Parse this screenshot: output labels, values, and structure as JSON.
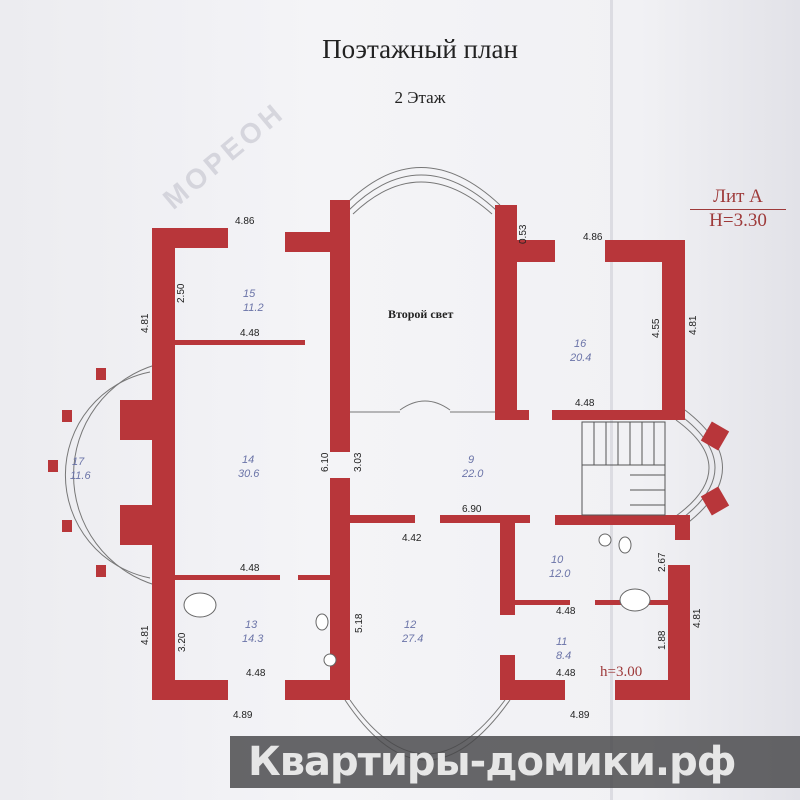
{
  "title": "Поэтажный план",
  "subtitle": "2 Этаж",
  "lit": {
    "line1": "Лит А",
    "line2": "H=3.30"
  },
  "logo_text": "МОРЕОН",
  "second_light_label": "Второй свет",
  "ceiling_note": "h=3.00",
  "rooms": [
    {
      "num": "15",
      "area": "11.2"
    },
    {
      "num": "16",
      "area": "20.4"
    },
    {
      "num": "14",
      "area": "30.6"
    },
    {
      "num": "17",
      "area": "11.6"
    },
    {
      "num": "9",
      "area": "22.0"
    },
    {
      "num": "10",
      "area": "12.0"
    },
    {
      "num": "13",
      "area": "14.3"
    },
    {
      "num": "12",
      "area": "27.4"
    },
    {
      "num": "11",
      "area": "8.4"
    }
  ],
  "dimensions": {
    "top_left": "4.86",
    "top_right": "4.86",
    "d_053": "0.53",
    "left_top": "4.81",
    "d_250": "2.50",
    "p_15_14": "4.48",
    "right_top": "4.81",
    "d_455": "4.55",
    "p_16": "4.48",
    "d_610": "6.10",
    "d_303": "3.03",
    "d_690": "6.90",
    "d_442": "4.42",
    "p_14_13": "4.48",
    "left_bottom": "4.81",
    "d_320": "3.20",
    "bottom_13": "4.48",
    "bottom_left": "4.89",
    "d_518": "5.18",
    "d_267": "2.67",
    "p_10_11": "4.48",
    "d_188": "1.88",
    "bottom_11": "4.48",
    "bottom_right": "4.89",
    "right_bottom": "4.81"
  },
  "watermark": "Квартиры-домики.рф",
  "colors": {
    "wall": "#b8363a",
    "room_text": "#6b74a8"
  }
}
